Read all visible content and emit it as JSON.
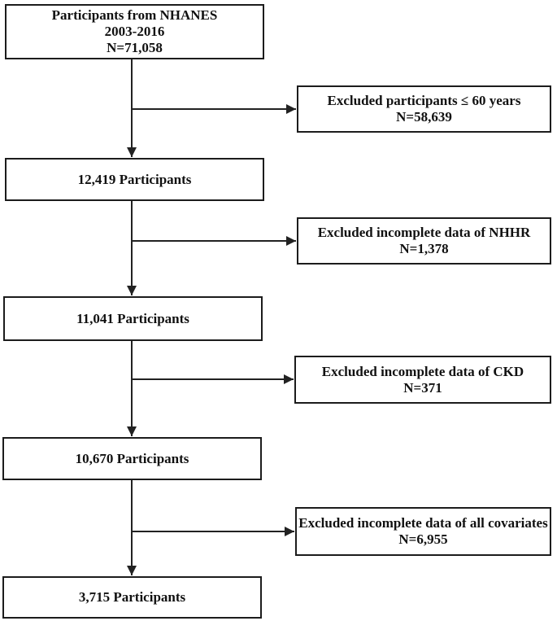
{
  "flowchart": {
    "type": "participant-selection-flow",
    "source_label": "NHANES",
    "colors": {
      "border": "#1c1c1c",
      "text": "#111111",
      "background": "#ffffff",
      "arrow": "#222222"
    },
    "main_path": [
      {
        "lines": [
          "Participants from NHANES",
          "2003-2016",
          "N=71,058"
        ]
      },
      {
        "lines": [
          "12,419 Participants"
        ]
      },
      {
        "lines": [
          "11,041 Participants"
        ]
      },
      {
        "lines": [
          "10,670 Participants"
        ]
      },
      {
        "lines": [
          "3,715 Participants"
        ]
      }
    ],
    "exclusions": [
      {
        "lines": [
          "Excluded participants ≤ 60 years",
          "N=58,639"
        ]
      },
      {
        "lines": [
          "Excluded incomplete data of NHHR",
          "N=1,378"
        ]
      },
      {
        "lines": [
          "Excluded incomplete data of CKD",
          "N=371"
        ]
      },
      {
        "lines": [
          "Excluded incomplete data of all covariates",
          "N=6,955"
        ]
      }
    ]
  }
}
